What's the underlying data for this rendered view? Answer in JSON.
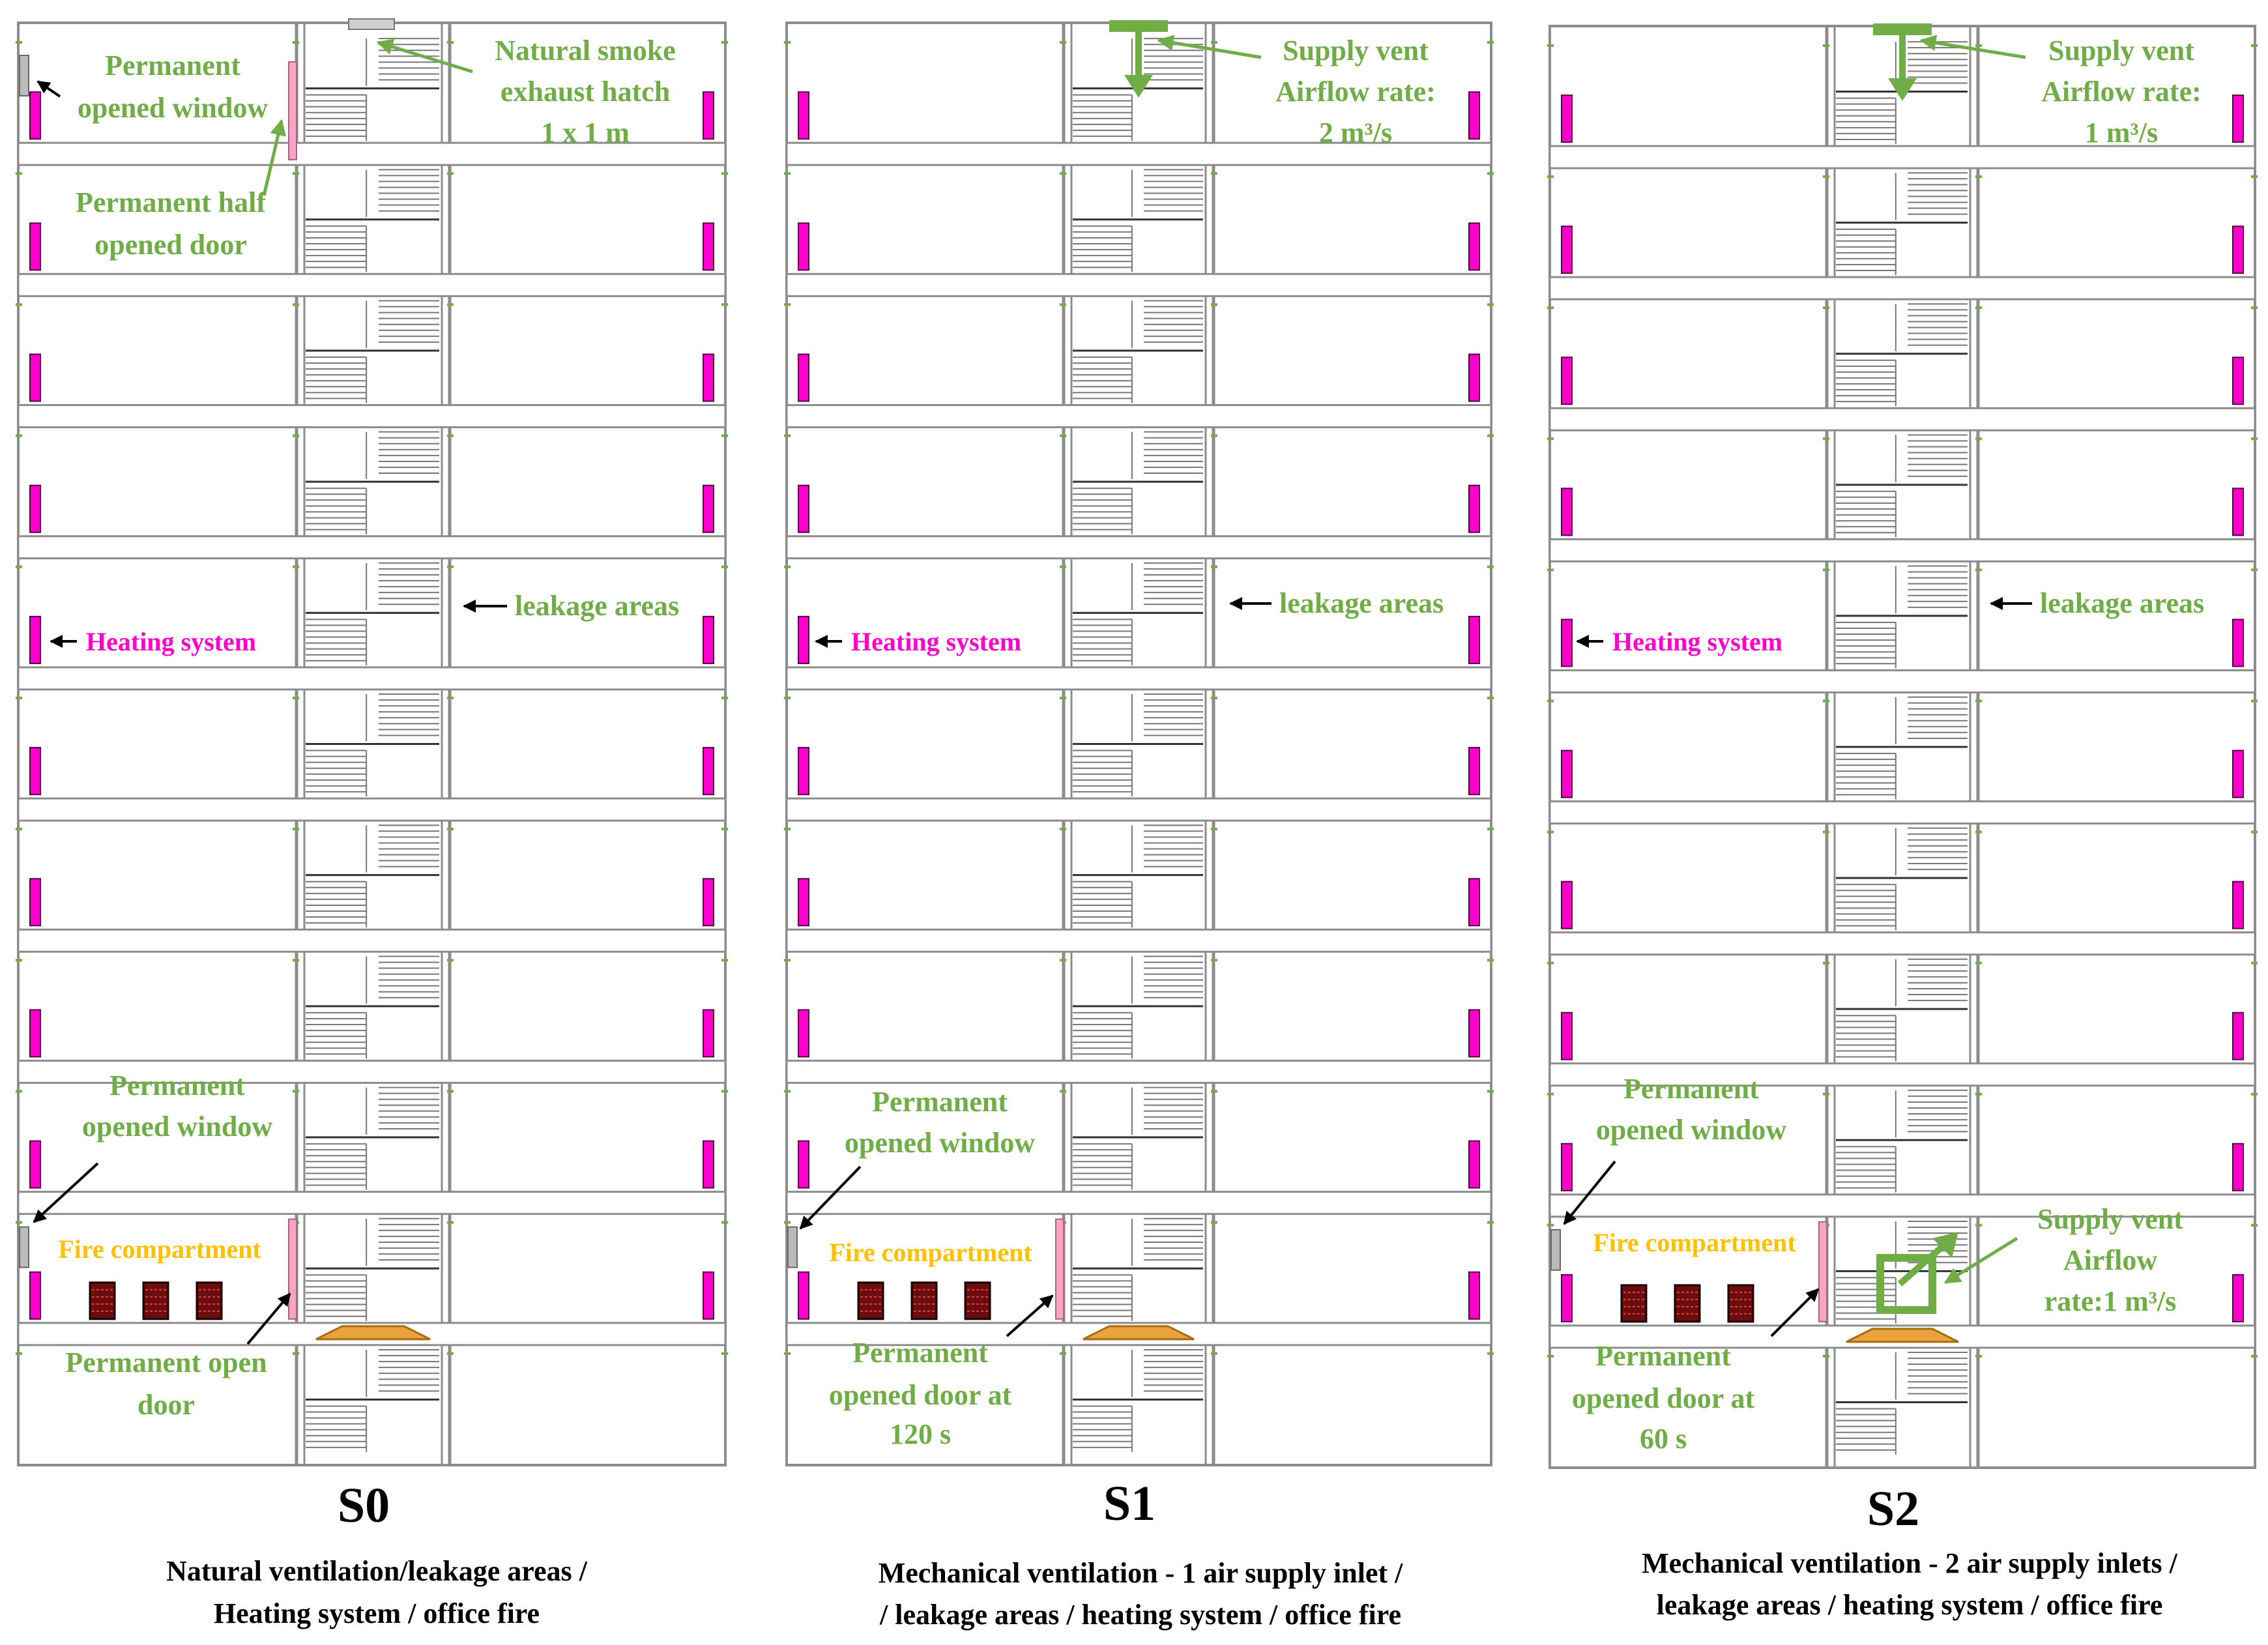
{
  "colors": {
    "annotation_green": "#70ad47",
    "heating_magenta": "#ff00cc",
    "fire_orange": "#ffc000",
    "door_pink": "#f4a6c4",
    "wall_gray": "#8c8c8c"
  },
  "panels": [
    {
      "id": "S0",
      "title": "S0",
      "caption_line1": "Natural ventilation/leakage areas /",
      "caption_line2": "Heating system / office fire",
      "top": {
        "left_line1": "Permanent",
        "left_line2": "opened window",
        "door_line1": "Permanent half",
        "door_line2": "opened door",
        "right_line1": "Natural smoke",
        "right_line2": "exhaust hatch",
        "right_line3": "1 x 1 m"
      },
      "heating": "Heating system",
      "leakage": "leakage areas",
      "window2_line1": "Permanent",
      "window2_line2": "opened window",
      "fire": "Fire compartment",
      "door_line1": "Permanent open",
      "door_line2": "door",
      "door_line3": ""
    },
    {
      "id": "S1",
      "title": "S1",
      "caption_line1": "Mechanical ventilation - 1 air supply inlet /",
      "caption_line2": "/ leakage areas / heating system / office fire",
      "top": {
        "right_line1": "Supply vent",
        "right_line2": "Airflow rate:",
        "right_line3": "2 m³/s"
      },
      "heating": "Heating system",
      "leakage": "leakage areas",
      "window2_line1": "Permanent",
      "window2_line2": "opened window",
      "fire": "Fire compartment",
      "door_line1": "Permanent",
      "door_line2": "opened door at",
      "door_line3": "120 s"
    },
    {
      "id": "S2",
      "title": "S2",
      "caption_line1": "Mechanical ventilation - 2 air supply inlets /",
      "caption_line2": "leakage areas / heating system / office fire",
      "top": {
        "right_line1": "Supply vent",
        "right_line2": "Airflow rate:",
        "right_line3": "1 m³/s"
      },
      "heating": "Heating system",
      "leakage": "leakage areas",
      "window2_line1": "Permanent",
      "window2_line2": "opened window",
      "fire": "Fire compartment",
      "door_line1": "Permanent",
      "door_line2": "opened door at",
      "door_line3": "60 s",
      "vent2_line1": "Supply vent",
      "vent2_line2": "Airflow",
      "vent2_line3": "rate:1 m³/s"
    }
  ]
}
